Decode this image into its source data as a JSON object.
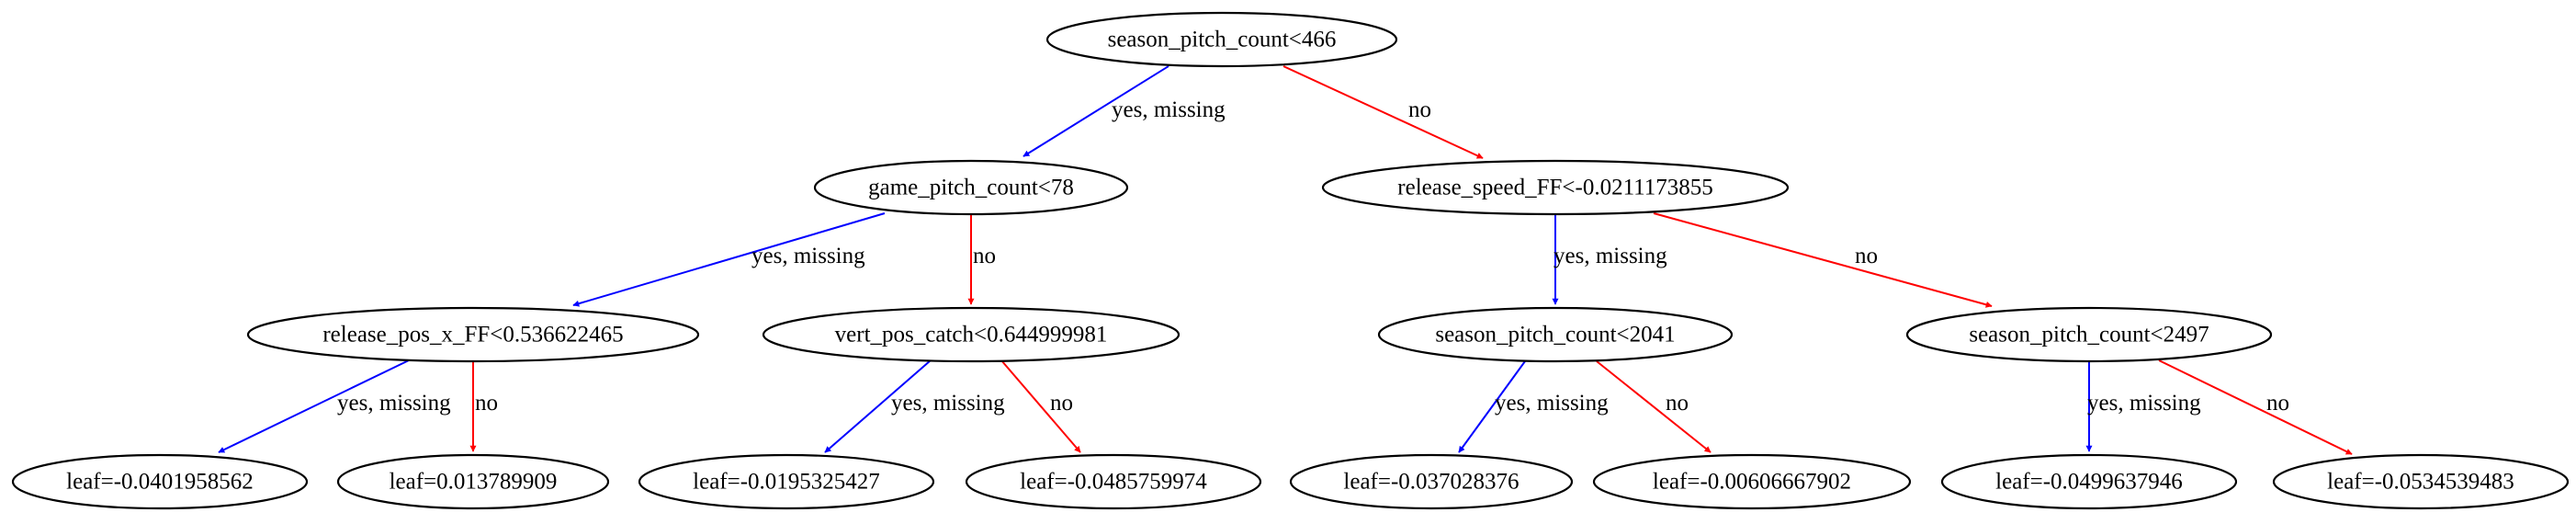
{
  "nodes": [
    {
      "id": "n0",
      "label": "season_pitch_count<466"
    },
    {
      "id": "n1",
      "label": "game_pitch_count<78"
    },
    {
      "id": "n2",
      "label": "release_speed_FF<-0.0211173855"
    },
    {
      "id": "n3",
      "label": "release_pos_x_FF<0.536622465"
    },
    {
      "id": "n4",
      "label": "vert_pos_catch<0.644999981"
    },
    {
      "id": "n5",
      "label": "season_pitch_count<2041"
    },
    {
      "id": "n6",
      "label": "season_pitch_count<2497"
    },
    {
      "id": "n7",
      "label": "leaf=-0.0401958562"
    },
    {
      "id": "n8",
      "label": "leaf=0.013789909"
    },
    {
      "id": "n9",
      "label": "leaf=-0.0195325427"
    },
    {
      "id": "n10",
      "label": "leaf=-0.0485759974"
    },
    {
      "id": "n11",
      "label": "leaf=-0.037028376"
    },
    {
      "id": "n12",
      "label": "leaf=-0.00606667902"
    },
    {
      "id": "n13",
      "label": "leaf=-0.0499637946"
    },
    {
      "id": "n14",
      "label": "leaf=-0.0534539483"
    }
  ],
  "edges": [
    {
      "from": "n0",
      "to": "n1",
      "label": "yes, missing",
      "color": "#0000ff"
    },
    {
      "from": "n0",
      "to": "n2",
      "label": "no",
      "color": "#ff0000"
    },
    {
      "from": "n1",
      "to": "n3",
      "label": "yes, missing",
      "color": "#0000ff"
    },
    {
      "from": "n1",
      "to": "n4",
      "label": "no",
      "color": "#ff0000"
    },
    {
      "from": "n2",
      "to": "n5",
      "label": "yes, missing",
      "color": "#0000ff"
    },
    {
      "from": "n2",
      "to": "n6",
      "label": "no",
      "color": "#ff0000"
    },
    {
      "from": "n3",
      "to": "n7",
      "label": "yes, missing",
      "color": "#0000ff"
    },
    {
      "from": "n3",
      "to": "n8",
      "label": "no",
      "color": "#ff0000"
    },
    {
      "from": "n4",
      "to": "n9",
      "label": "yes, missing",
      "color": "#0000ff"
    },
    {
      "from": "n4",
      "to": "n10",
      "label": "no",
      "color": "#ff0000"
    },
    {
      "from": "n5",
      "to": "n11",
      "label": "yes, missing",
      "color": "#0000ff"
    },
    {
      "from": "n5",
      "to": "n12",
      "label": "no",
      "color": "#ff0000"
    },
    {
      "from": "n6",
      "to": "n13",
      "label": "yes, missing",
      "color": "#0000ff"
    },
    {
      "from": "n6",
      "to": "n14",
      "label": "no",
      "color": "#ff0000"
    }
  ]
}
